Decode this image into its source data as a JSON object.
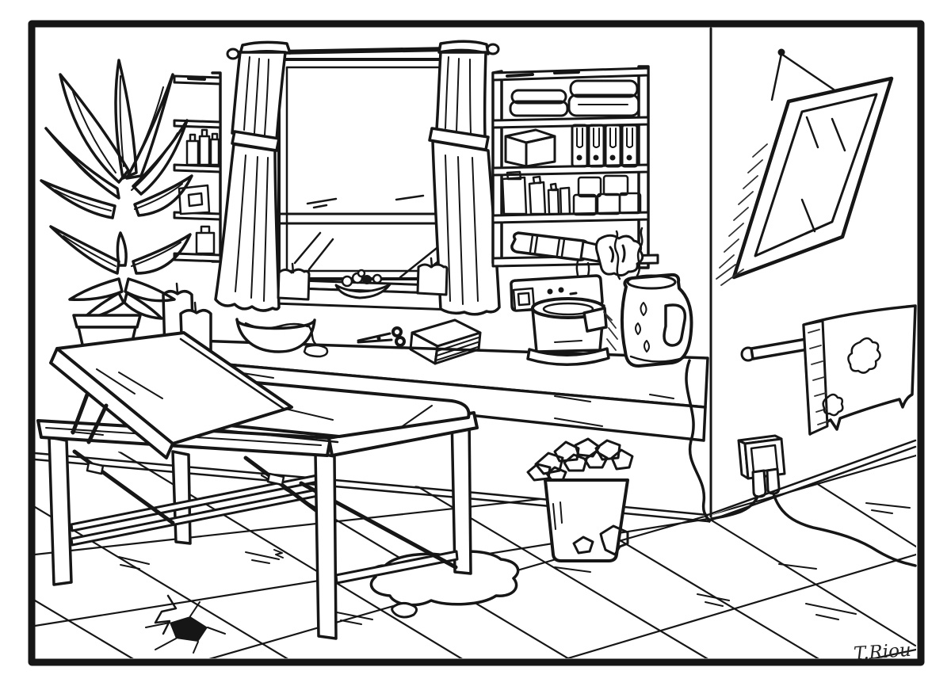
{
  "artwork": {
    "title": "Treatment room interior — line art",
    "style": "black-and-white coloring-book illustration",
    "signature": "T.Riou",
    "palette": {
      "line": "#161616",
      "background": "#ffffff"
    },
    "objects": [
      "potted-plant",
      "wall-shelf-left",
      "window-with-curtains",
      "windowsill-candles",
      "pebble-dish",
      "wall-shelf-right",
      "folded-towels",
      "ring-binders",
      "jars-and-bottles",
      "dripping-bottle",
      "wax-warmer-pot",
      "steaming-kettle",
      "wall-control-panel",
      "mixing-bowl",
      "scissors",
      "paraffin-box",
      "pillar-candles",
      "counter",
      "massage-table",
      "tilted-mirror",
      "towel-on-rail",
      "power-socket-with-cables",
      "overflowing-trash-can",
      "tiled-floor",
      "cracked-tile",
      "spill-puddle"
    ]
  }
}
